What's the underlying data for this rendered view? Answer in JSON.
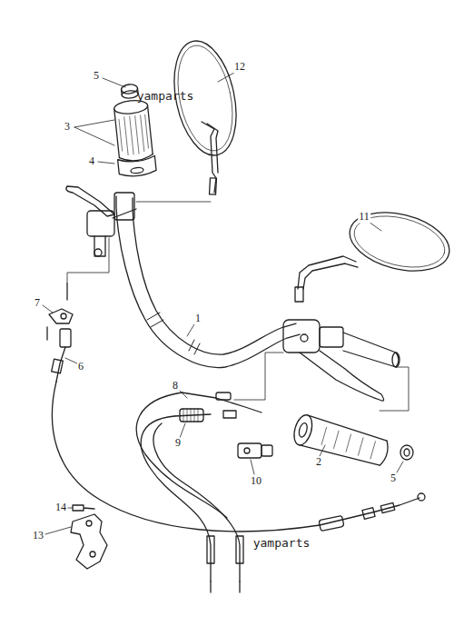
{
  "diagram": {
    "labels": [
      "5",
      "yamparts",
      "12",
      "3",
      "4",
      "11",
      "7",
      "1",
      "6",
      "8",
      "9",
      "10",
      "2",
      "5",
      "14",
      "13",
      "yamparts"
    ]
  }
}
